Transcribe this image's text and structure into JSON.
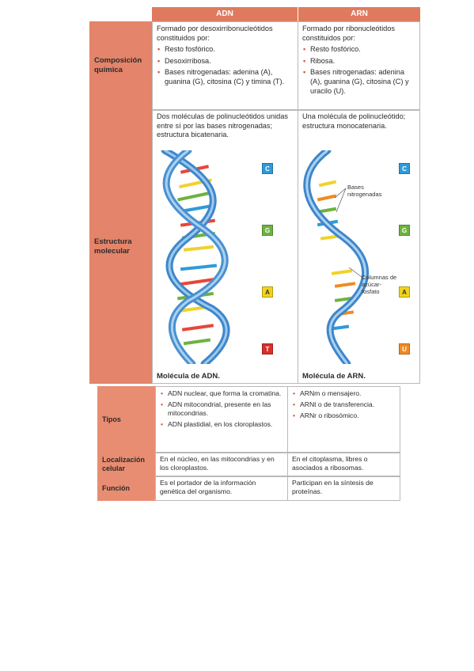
{
  "columns": {
    "adn": "ADN",
    "arn": "ARN"
  },
  "composicion": {
    "label": "Composición química",
    "adn": {
      "intro": "Formado por desoxirribonucleótidos constituidos por:",
      "items": [
        "Resto fosfórico.",
        "Desoxirribosa.",
        "Bases nitrogenadas: adenina (A), guanina (G), citosina (C) y timina (T)."
      ]
    },
    "arn": {
      "intro": "Formado por ribonucleótidos constituidos por:",
      "items": [
        "Resto fosfórico.",
        "Ribosa.",
        "Bases nitrogenadas: adenina (A), guanina (G), citosina (C) y uracilo (U)."
      ]
    }
  },
  "estructura": {
    "label": "Estructura molecular",
    "adn": {
      "text": "Dos moléculas de polinucleótidos unidas entre sí por las bases nitrogenadas; estructura bicatenaria.",
      "caption": "Molécula de ADN.",
      "badges": [
        {
          "letter": "C",
          "color": "#2f9ad8"
        },
        {
          "letter": "G",
          "color": "#6cb33f"
        },
        {
          "letter": "A",
          "color": "#f3d21b"
        },
        {
          "letter": "T",
          "color": "#d9302b"
        }
      ]
    },
    "arn": {
      "text": "Una molécula de polinucleótido; estructura monocatenaria.",
      "caption": "Molécula de ARN.",
      "annotation_bases": "Bases nitrogenadas",
      "annotation_columnas": "Columnas de azúcar-fosfato",
      "badges": [
        {
          "letter": "C",
          "color": "#2f9ad8"
        },
        {
          "letter": "G",
          "color": "#6cb33f"
        },
        {
          "letter": "A",
          "color": "#f3d21b"
        },
        {
          "letter": "U",
          "color": "#f08a24"
        }
      ]
    }
  },
  "tipos": {
    "label": "Tipos",
    "adn": [
      "ADN nuclear, que forma la cromatina.",
      "ADN mitocondrial, presente en las mitocondrias.",
      "ADN plastidial, en los cloroplastos."
    ],
    "arn": [
      "ARNm o mensajero.",
      "ARNt o de transferencia.",
      "ARNr o ribosómico."
    ]
  },
  "localizacion": {
    "label": "Localización celular",
    "adn": "En el núcleo, en las mitocondrias y en los cloroplastos.",
    "arn": "En el citoplasma, libres o asociados a ribosomas."
  },
  "funcion": {
    "label": "Función",
    "adn": "Es el portador de la información genética del organismo.",
    "arn": "Participan en la síntesis de proteínas."
  }
}
